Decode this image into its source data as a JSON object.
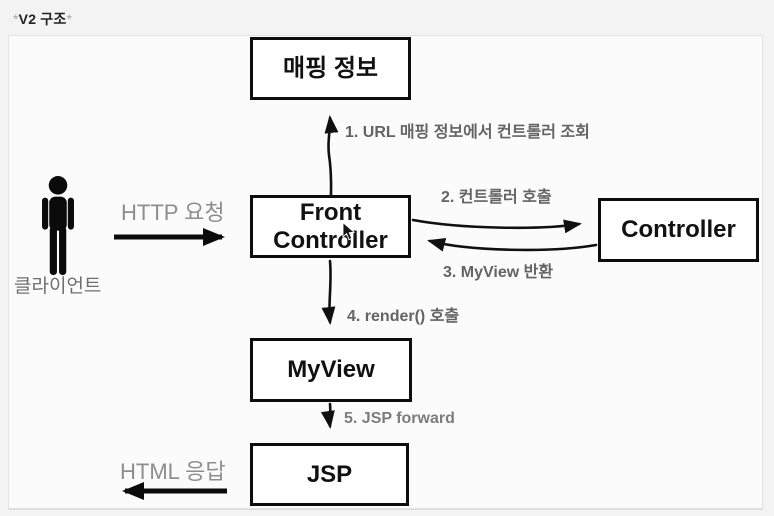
{
  "title": {
    "prefix": "*",
    "text": "V2 구조",
    "suffix": "*"
  },
  "client": {
    "label": "클라이언트"
  },
  "boxes": {
    "mapping": "매핑 정보",
    "front_controller_line1": "Front",
    "front_controller_line2": "Controller",
    "controller": "Controller",
    "myview": "MyView",
    "jsp": "JSP"
  },
  "labels": {
    "http_request": "HTTP 요청",
    "html_response": "HTML 응답",
    "step1": "1. URL 매핑 정보에서 컨트롤러 조회",
    "step2": "2. 컨트롤러 호출",
    "step3": "3. MyView 반환",
    "step4": "4. render() 호출",
    "step5": "5. JSP forward"
  },
  "colors": {
    "box_border": "#0d0d0d",
    "arrow": "#101010",
    "step_label": "#646464",
    "io_label": "#8e8e8e",
    "frame_border": "#e3e3e4",
    "background": "#f3f3f4"
  }
}
